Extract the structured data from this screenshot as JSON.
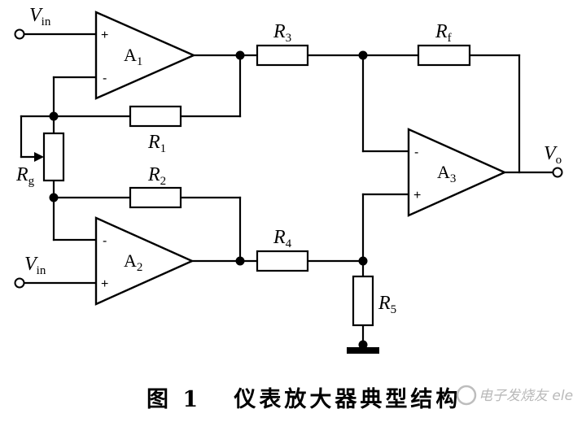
{
  "labels": {
    "vin_top": "V",
    "vin_top_sub": "in",
    "vin_bottom": "V",
    "vin_bottom_sub": "in",
    "vo": "V",
    "vo_sub": "o",
    "r1": "R",
    "r1_sub": "1",
    "r2": "R",
    "r2_sub": "2",
    "r3": "R",
    "r3_sub": "3",
    "r4": "R",
    "r4_sub": "4",
    "r5": "R",
    "r5_sub": "5",
    "rf": "R",
    "rf_sub": "f",
    "rg": "R",
    "rg_sub": "g"
  },
  "amplifiers": {
    "a1": "A",
    "a1_sub": "1",
    "a2": "A",
    "a2_sub": "2",
    "a3": "A",
    "a3_sub": "3"
  },
  "signs": {
    "plus": "+",
    "minus": "-"
  },
  "caption": "图 1   仪表放大器典型结构",
  "watermark": "电子发烧友 elecfans.com"
}
